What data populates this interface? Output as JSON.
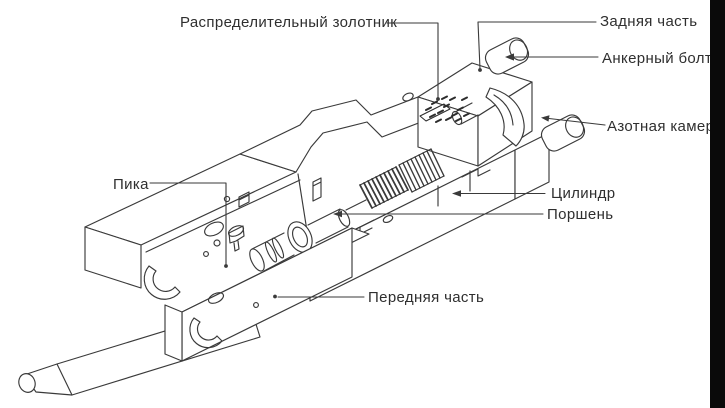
{
  "figure": {
    "description": "Isometric cutaway line drawing of a hydraulic breaker (hammer) with callout labels",
    "background_color": "#ffffff",
    "line_color": "#3a3a3a",
    "text_color": "#2f2f2f",
    "right_bar_color": "#0a0a0a"
  },
  "labels": [
    {
      "id": "distribution-spool",
      "text": "Распределительный золотник"
    },
    {
      "id": "rear-part",
      "text": "Задняя часть"
    },
    {
      "id": "anchor-bolt",
      "text": "Анкерный болт"
    },
    {
      "id": "nitrogen-chamber",
      "text": "Азотная камера"
    },
    {
      "id": "cylinder",
      "text": "Цилиндр"
    },
    {
      "id": "piston",
      "text": "Поршень"
    },
    {
      "id": "pike",
      "text": "Пика"
    },
    {
      "id": "front-part",
      "text": "Передняя часть"
    }
  ]
}
